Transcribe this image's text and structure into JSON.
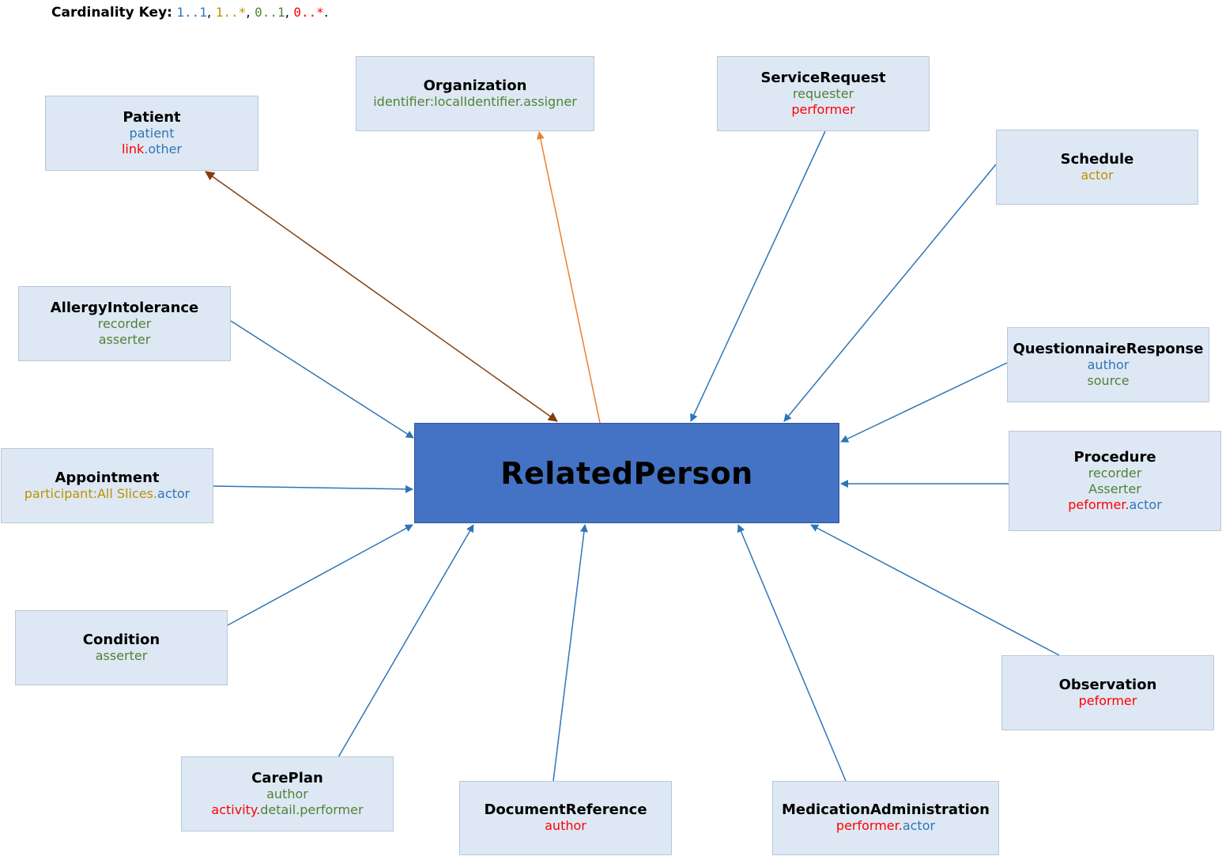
{
  "key": {
    "label": "Cardinality Key:",
    "c11": "1..1",
    "c1n": "1..*",
    "c01": "0..1",
    "c0n": "0..*",
    "sep1": ", ",
    "sep2": ", ",
    "sep3": ", ",
    "end": "."
  },
  "colors": {
    "one_to_one": "#2e75b6",
    "one_to_many": "#bf9000",
    "zero_to_one": "#538135",
    "zero_to_many": "#ff0000",
    "box_fill": "#dde8f4",
    "central_fill": "#4472c4",
    "patient_link": "#843c0c",
    "organization_link": "#ed7d31"
  },
  "central": {
    "label": "RelatedPerson"
  },
  "nodes": {
    "patient": {
      "title": "Patient",
      "l1": "patient",
      "l2a": "link",
      "l2b": ".",
      "l2c": "other"
    },
    "organization": {
      "title": "Organization",
      "l1": "identifier:localIdentifier.assigner"
    },
    "servicerequest": {
      "title": "ServiceRequest",
      "l1": "requester",
      "l2": "performer"
    },
    "schedule": {
      "title": "Schedule",
      "l1": "actor"
    },
    "allergy": {
      "title": "AllergyIntolerance",
      "l1": "recorder",
      "l2": "asserter"
    },
    "questionnaire": {
      "title": "QuestionnaireResponse",
      "l1": "author",
      "l2": "source"
    },
    "appointment": {
      "title": "Appointment",
      "l1a": "participant:All Slices.",
      "l1b": "actor"
    },
    "procedure": {
      "title": "Procedure",
      "l1": "recorder",
      "l2": "Asserter",
      "l3a": "peformer.",
      "l3b": "actor"
    },
    "condition": {
      "title": "Condition",
      "l1": "asserter"
    },
    "observation": {
      "title": "Observation",
      "l1": "peformer"
    },
    "careplan": {
      "title": "CarePlan",
      "l1": "author",
      "l2a": "activity.",
      "l2b": "detail.performer"
    },
    "docref": {
      "title": "DocumentReference",
      "l1": "author"
    },
    "medadmin": {
      "title": "MedicationAdministration",
      "l1a": "performer.",
      "l1b": "actor"
    }
  }
}
